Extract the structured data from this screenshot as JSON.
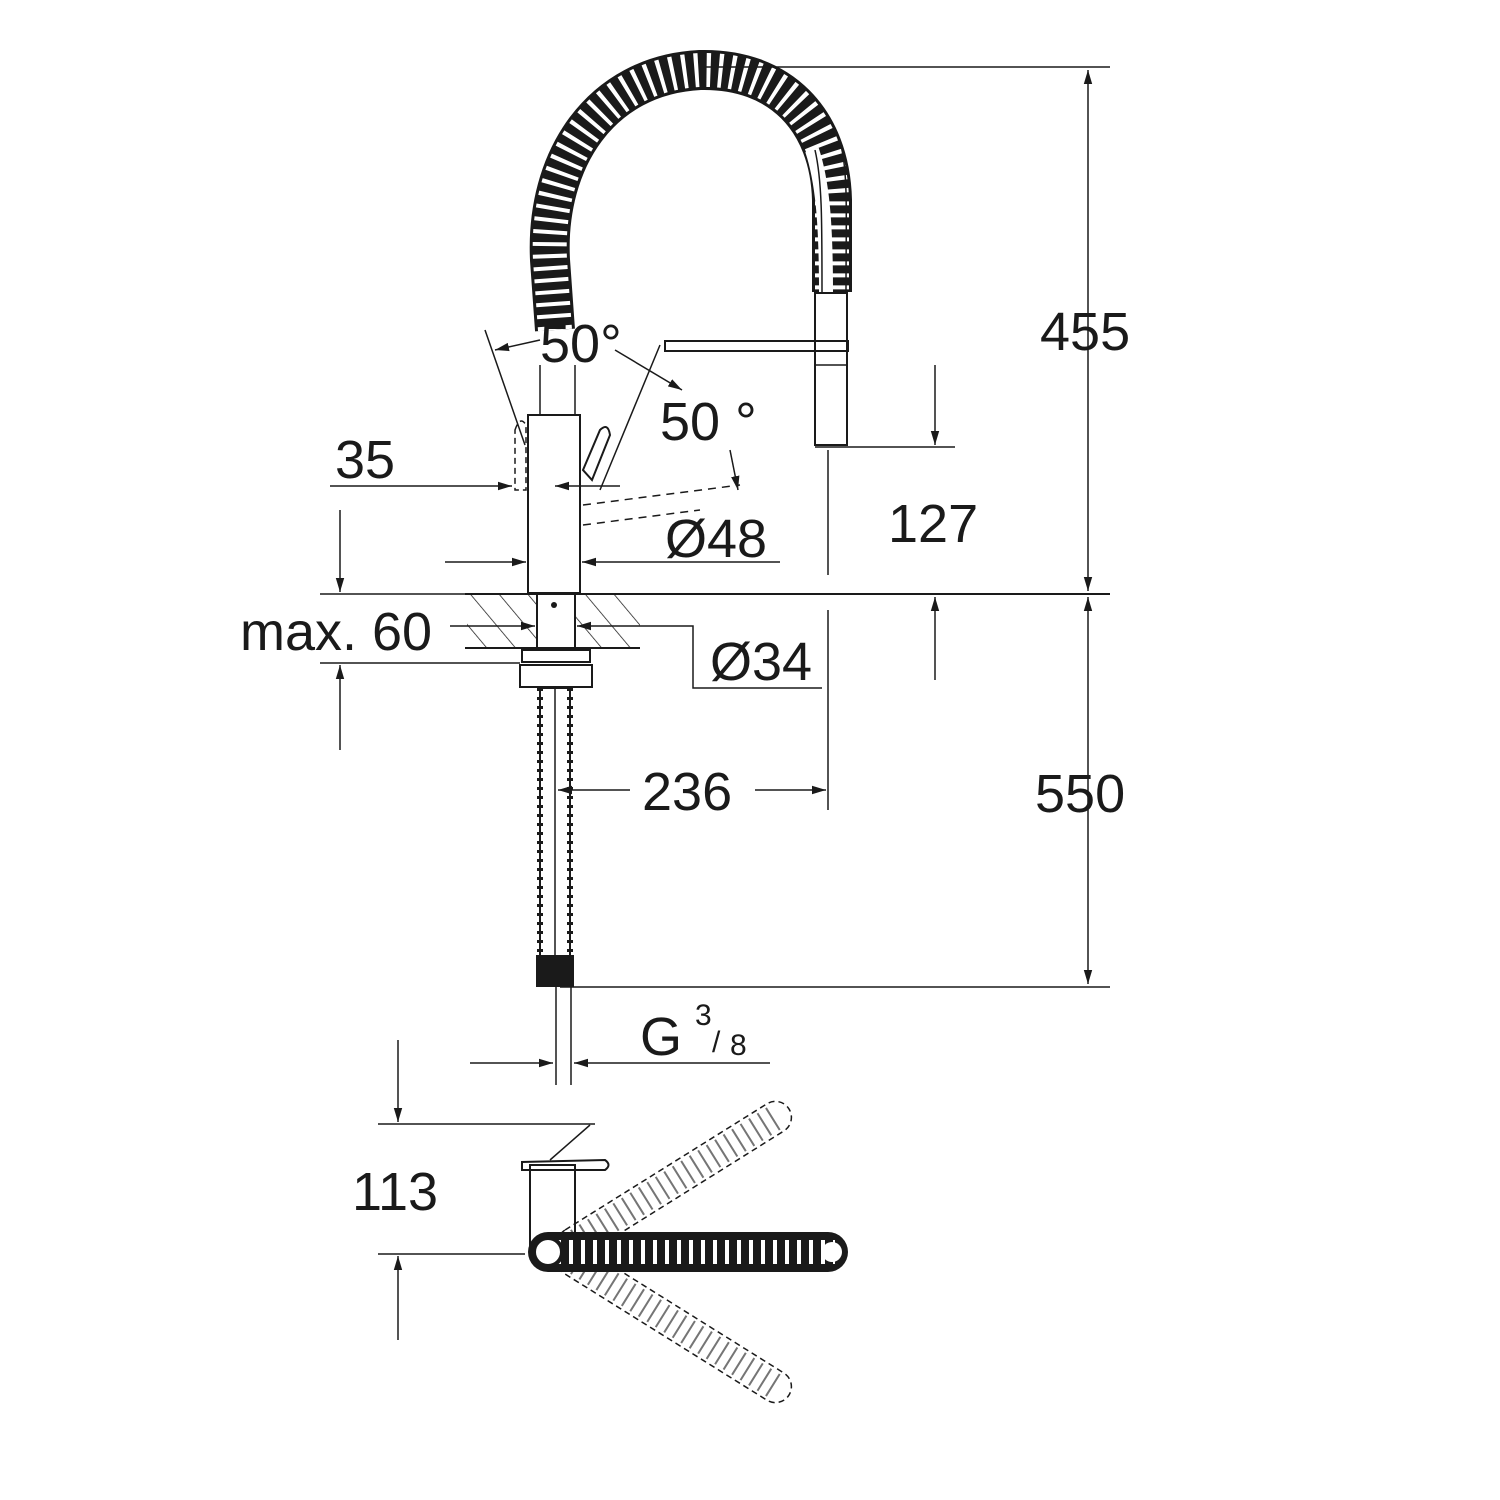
{
  "drawing": {
    "dimensions": {
      "spout_height": "455",
      "below_counter_length": "550",
      "spray_head_height": "127",
      "reach": "236",
      "lever_offset": "35",
      "max_counter_thickness": "max. 60",
      "body_diameter": "Ø48",
      "hole_diameter": "Ø34",
      "spout_swivel_angle": "50°",
      "lever_angle": "50 °",
      "connection_thread": "G",
      "thread_numerator": "3",
      "thread_denominator": "8",
      "plan_view_height": "113"
    },
    "colors": {
      "line": "#1a1a1a",
      "background": "#ffffff"
    }
  }
}
